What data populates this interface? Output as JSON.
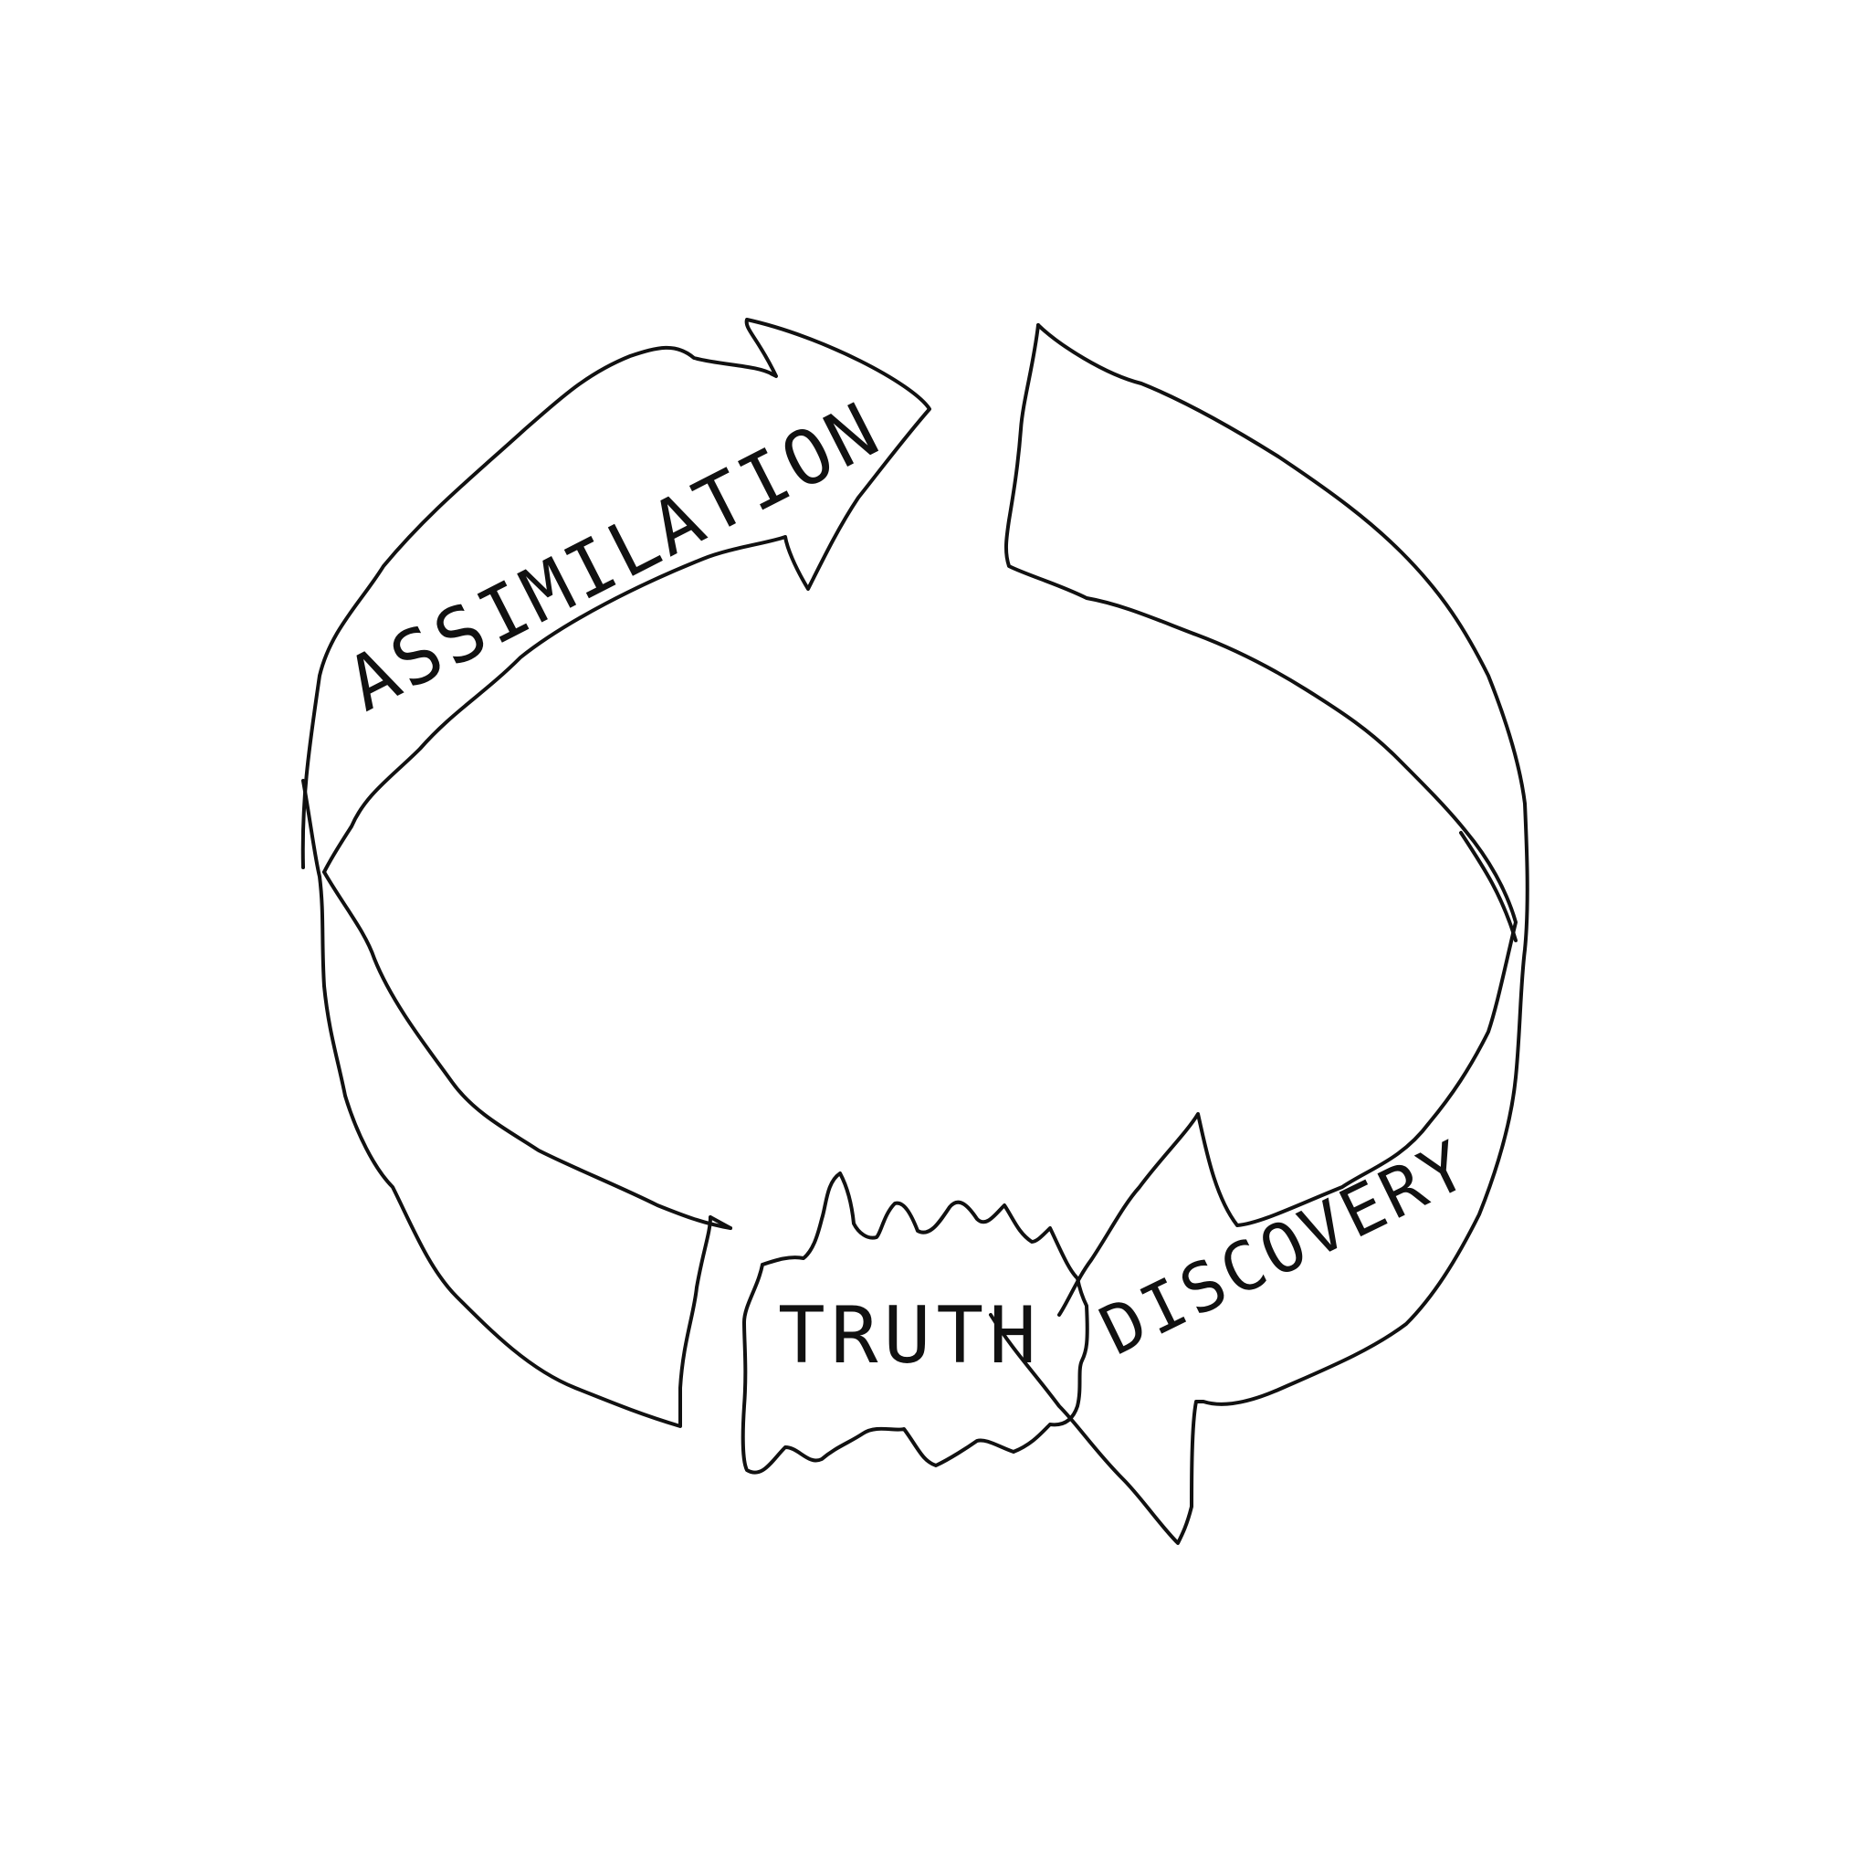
{
  "diagram": {
    "labels": {
      "assimilation": "ASSIMILATION",
      "discovery": "DISCOVERY",
      "truth": "TRUTH"
    },
    "colors": {
      "background": "#ffffff",
      "ink": "#111111"
    }
  }
}
